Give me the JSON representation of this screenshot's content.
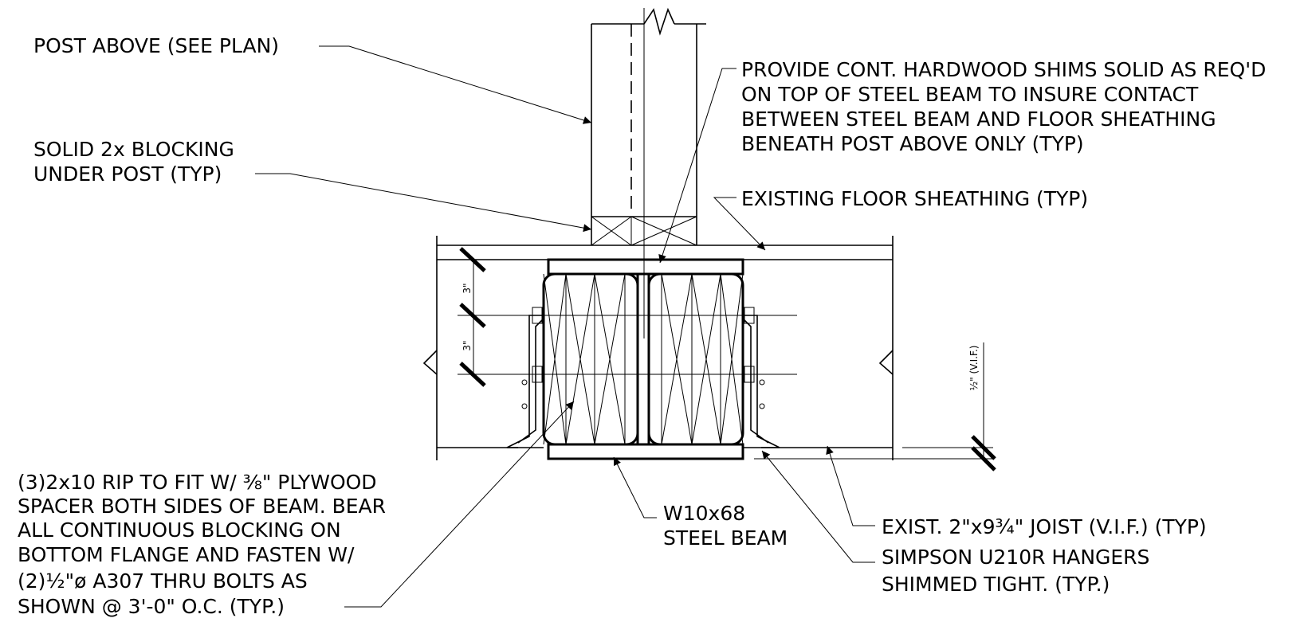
{
  "notes": {
    "post_above": "POST ABOVE (SEE PLAN)",
    "blocking": [
      "SOLID 2x BLOCKING",
      "UNDER POST (TYP)"
    ],
    "shims": [
      "PROVIDE CONT. HARDWOOD SHIMS SOLID AS REQ'D",
      "ON TOP OF STEEL BEAM TO INSURE CONTACT",
      "BETWEEN STEEL BEAM AND FLOOR SHEATHING",
      "BENEATH POST ABOVE ONLY (TYP)"
    ],
    "sheathing": "EXISTING FLOOR SHEATHING (TYP)",
    "rip": [
      "(3)2x10 RIP TO FIT W/ ⅜\" PLYWOOD",
      "SPACER BOTH SIDES OF BEAM. BEAR",
      "ALL CONTINUOUS BLOCKING ON",
      "BOTTOM FLANGE AND FASTEN W/",
      "(2)½\"ø A307 THRU BOLTS AS",
      "SHOWN @ 3'-0\" O.C. (TYP.)"
    ],
    "beam": [
      "W10x68",
      "STEEL BEAM"
    ],
    "joist": "EXIST. 2\"x9¾\" JOIST (V.I.F.) (TYP)",
    "hangers": [
      "SIMPSON U210R HANGERS",
      "SHIMMED TIGHT. (TYP.)"
    ]
  },
  "dimensions": {
    "bolt_spacing_top": "3\"",
    "bolt_spacing_bottom": "3\"",
    "joist_offset": "½\" (V.I.F.)"
  }
}
